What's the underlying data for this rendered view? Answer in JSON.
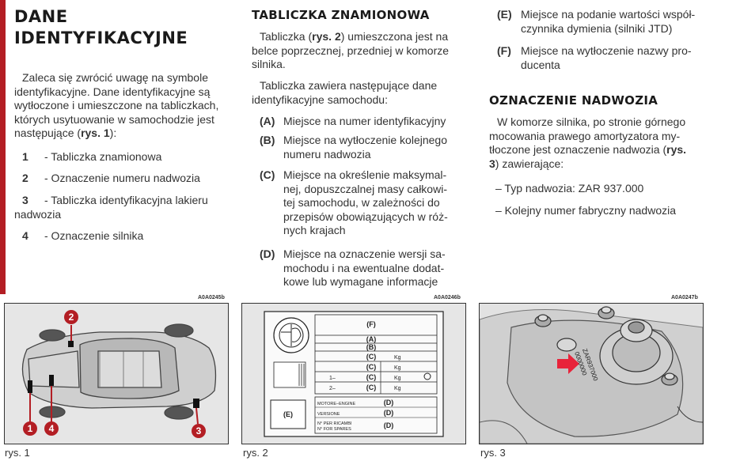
{
  "col1": {
    "title_line1": "DANE",
    "title_line2": "IDENTYFIKACYJNE",
    "intro_line1": "Zaleca się zwrócić uwagę na symbole",
    "intro_line2": "identyfikacyjne. Dane identyfikacyjne są",
    "intro_line3": "wytłoczone i umieszczone na tabliczkach,",
    "intro_line4": "których usytuowanie w samochodzie jest",
    "intro_line5_pre": "następujące (",
    "intro_line5_bold": "rys. 1",
    "intro_line5_post": "):",
    "items": [
      {
        "num": "1",
        "text": "- Tabliczka znamionowa"
      },
      {
        "num": "2",
        "text": "- Oznaczenie numeru nadwozia"
      },
      {
        "num": "3",
        "text": "- Tabliczka identyfikacyjna lakieru",
        "text2": "nadwozia"
      },
      {
        "num": "4",
        "text": "- Oznaczenie silnika"
      }
    ]
  },
  "col2": {
    "title": "TABLICZKA ZNAMIONOWA",
    "p1_line1_pre": "Tabliczka (",
    "p1_line1_bold": "rys. 2",
    "p1_line1_post": ") umieszczona jest na",
    "p1_line2": "belce poprzecznej, przedniej w komorze",
    "p1_line3": "silnika.",
    "p2_line1": "Tabliczka zawiera następujące dane",
    "p2_line2": "identyfikacyjne samochodu:",
    "items": [
      {
        "letter": "(A)",
        "lines": [
          "Miejsce na numer identyfikacyjny"
        ]
      },
      {
        "letter": "(B)",
        "lines": [
          "Miejsce na wytłoczenie kolejnego",
          "numeru nadwozia"
        ]
      },
      {
        "letter": "(C)",
        "lines": [
          "Miejsce na określenie maksymal-",
          "nej, dopuszczalnej masy całkowi-",
          "tej samochodu, w zależności do",
          "przepisów obowiązujących w róż-",
          "nych krajach"
        ]
      },
      {
        "letter": "(D)",
        "lines": [
          "Miejsce na oznaczenie wersji sa-",
          "mochodu i na ewentualne dodat-",
          "kowe lub wymagane informacje"
        ]
      }
    ]
  },
  "col3": {
    "items": [
      {
        "letter": "(E)",
        "lines": [
          "Miejsce na podanie wartości współ-",
          "czynnika dymienia (silniki JTD)"
        ]
      },
      {
        "letter": "(F)",
        "lines": [
          "Miejsce na wytłoczenie nazwy pro-",
          "ducenta"
        ]
      }
    ],
    "title": "OZNACZENIE NADWOZIA",
    "p_line1": "W komorze silnika, po stronie górnego",
    "p_line2": "mocowania prawego amortyzatora my-",
    "p_line3_pre": "tłoczone jest oznaczenie nadwozia (",
    "p_line3_bold": "rys.",
    "p_line4_bold": "3",
    "p_line4_post": ") zawierające:",
    "dash1": "– Typ nadwozia: ZAR 937.000",
    "dash2": "– Kolejny numer fabryczny nadwozia"
  },
  "figures": [
    {
      "code": "A0A0245b",
      "caption": "rys. 1",
      "markers": [
        "1",
        "2",
        "3",
        "4"
      ]
    },
    {
      "code": "A0A0246b",
      "caption": "rys. 2",
      "plate": {
        "F": "(F)",
        "A": "(A)",
        "B": "(B)",
        "C": "(C)",
        "kg": "Kg",
        "one": "1–",
        "two": "2–",
        "motore": "MOTORE–ENGINE",
        "versione": "VERSIONE",
        "ricambi1": "N° PER RICAMBI",
        "ricambi2": "N° FOR SPARES",
        "D": "(D)",
        "E": "(E)"
      }
    },
    {
      "code": "A0A0247b",
      "caption": "rys. 3",
      "stamp1": "ZAR937000",
      "stamp2": "0000000"
    }
  ],
  "colors": {
    "accent": "#b31e24",
    "marker": "#b31e24",
    "arrow": "#e8233a"
  }
}
